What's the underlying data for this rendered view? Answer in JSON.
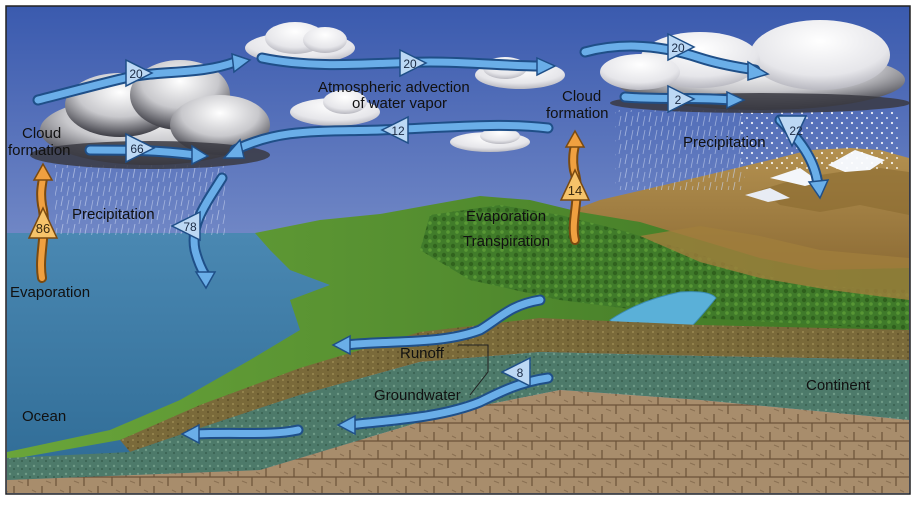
{
  "colors": {
    "sky_top": "#3d5fb0",
    "sky_bottom": "#9fb0d8",
    "ocean": "#3f7fa8",
    "land_green": "#4f8a2c",
    "mountain_brown": "#9a7a3a",
    "bedrock": "#a58a6a",
    "flow_arrow": "#6aaee8",
    "evap_arrow": "#f0a040",
    "triangle_blue": "#bcd8f4",
    "triangle_orange": "#f6c36a"
  },
  "labels": {
    "cloud_formation_left": [
      "Cloud",
      "formation"
    ],
    "cloud_formation_right": [
      "Cloud",
      "formation"
    ],
    "advection": [
      "Atmospheric advection",
      "of water vapor"
    ],
    "precip_left": "Precipitation",
    "precip_right": "Precipitation",
    "evap_ocean": "Evaporation",
    "evap_land": "Evaporation",
    "transpiration": "Transpiration",
    "runoff": "Runoff",
    "groundwater": "Groundwater",
    "ocean": "Ocean",
    "continent": "Continent"
  },
  "flows": {
    "advection_top_left": "20",
    "advection_top_center": "20",
    "advection_top_right": "20",
    "advection_right_lower": "2",
    "return_advection": "12",
    "ocean_cloud": "66",
    "ocean_precip": "78",
    "land_precip": "22",
    "ocean_evaporation": "86",
    "land_evapotranspiration": "14",
    "groundwater": "8"
  }
}
